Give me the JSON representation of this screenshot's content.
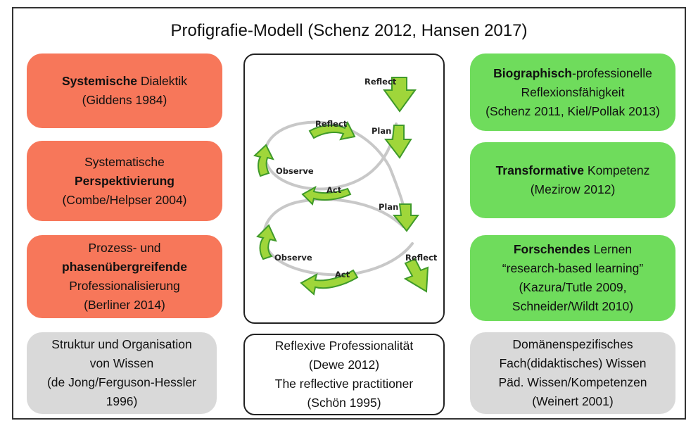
{
  "title": "Profigrafie-Modell (Schenz 2012, Hansen 2017)",
  "colors": {
    "orange": "#f7775a",
    "green": "#6fdc5c",
    "gray": "#d9d9d9",
    "arrow": "#9fd63a",
    "arrow_shadow": "#3f9a2a",
    "curve": "#c8c8c8"
  },
  "left": {
    "box1": {
      "bold": "Systemische",
      "rest": " Dialektik",
      "line2": "(Giddens 1984)"
    },
    "box2": {
      "line1": "Systematische",
      "bold": "Perspektivierung",
      "line3": "(Combe/Helpser 2004)"
    },
    "box3": {
      "line1": "Prozess- und",
      "bold": "phasenübergreifende",
      "line3": "Professionalisierung",
      "line4": "(Berliner 2014)"
    },
    "box4": {
      "line1": "Struktur und Organisation",
      "line2": "von Wissen",
      "line3": "(de Jong/Ferguson-Hessler",
      "line4": "1996)"
    }
  },
  "center": {
    "cycle_labels": {
      "reflect_top": "Reflect",
      "plan_top": "Plan",
      "reflect_upper": "Reflect",
      "observe_upper": "Observe",
      "act_upper": "Act",
      "plan_mid": "Plan",
      "observe_lower": "Observe",
      "act_lower": "Act",
      "reflect_lower": "Reflect"
    },
    "bottom": {
      "line1": "Reflexive Professionalität",
      "line2": "(Dewe 2012)",
      "line3": "The reflective practitioner",
      "line4": "(Schön 1995)"
    }
  },
  "right": {
    "box1": {
      "bold": "Biographisch",
      "rest": "-professionelle",
      "line2": "Reflexionsfähigkeit",
      "line3": "(Schenz 2011, Kiel/Pollak 2013)"
    },
    "box2": {
      "bold": "Transformative",
      "rest": " Kompetenz",
      "line2": "(Mezirow 2012)"
    },
    "box3": {
      "bold": "Forschendes",
      "rest": " Lernen",
      "line2": "“research-based learning”",
      "line3": "(Kazura/Tutle 2009,",
      "line4": "Schneider/Wildt 2010)"
    },
    "box4": {
      "line1": "Domänenspezifisches",
      "line2": "Fach(didaktisches) Wissen",
      "line3": "Päd. Wissen/Kompetenzen",
      "line4": "(Weinert 2001)"
    }
  }
}
